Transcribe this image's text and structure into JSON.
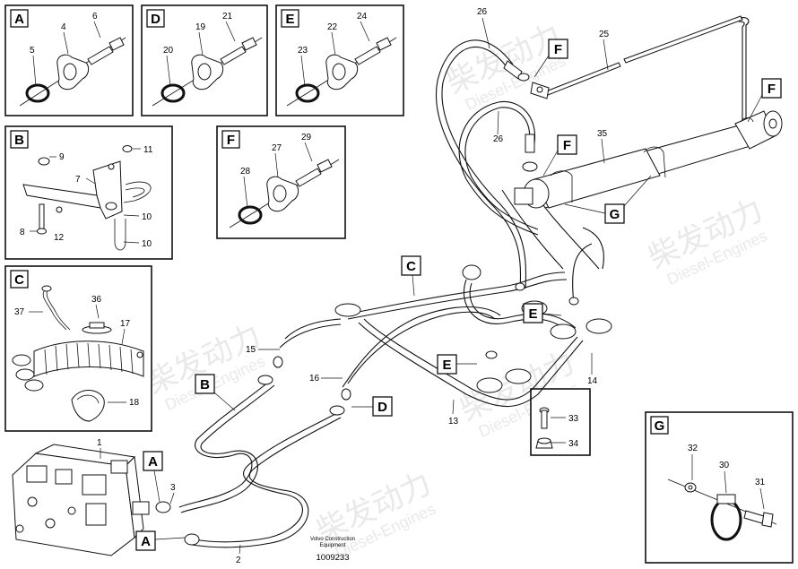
{
  "watermark": {
    "brand": "柴发动力",
    "sub": "Diesel-Engines"
  },
  "detail_boxes": {
    "A": {
      "label": "A",
      "parts": [
        "6",
        "4",
        "5"
      ]
    },
    "D": {
      "label": "D",
      "parts": [
        "19",
        "21",
        "20"
      ]
    },
    "E": {
      "label": "E",
      "parts": [
        "22",
        "24",
        "23"
      ]
    },
    "B": {
      "label": "B",
      "parts": [
        "11",
        "9",
        "7",
        "8",
        "12",
        "10",
        "10"
      ]
    },
    "F": {
      "label": "F",
      "parts": [
        "27",
        "29",
        "28"
      ]
    },
    "C": {
      "label": "C",
      "parts": [
        "36",
        "37",
        "17",
        "18"
      ]
    },
    "G": {
      "label": "G",
      "parts": [
        "32",
        "30",
        "31"
      ]
    },
    "inset_34": {
      "parts": [
        "33",
        "34"
      ]
    }
  },
  "main_tags": {
    "F1": "F",
    "F2": "F",
    "F3": "F",
    "G": "G",
    "C": "C",
    "E1": "E",
    "E2": "E",
    "B": "B",
    "D": "D",
    "A1": "A",
    "A2": "A"
  },
  "main_numbers": {
    "n26a": "26",
    "n25": "25",
    "n26b": "26",
    "n35": "35",
    "n15": "15",
    "n16": "16",
    "n13": "13",
    "n14": "14",
    "n1": "1",
    "n3": "3",
    "n2": "2"
  },
  "footer": {
    "line1": "Volvo Construction",
    "line2": "Equipment",
    "doc_number": "1009233"
  }
}
